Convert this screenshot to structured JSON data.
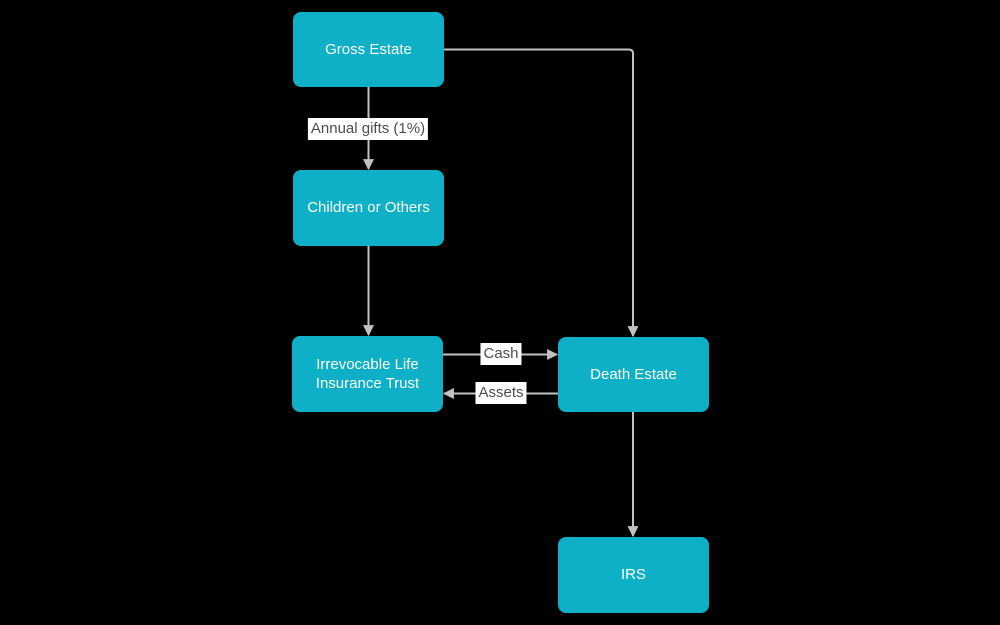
{
  "theme": {
    "node_fill": "#0db0c7",
    "node_text": "#ffffff",
    "edge_color": "#c2c2c2",
    "label_bg": "#ffffff",
    "label_text": "#4d4d4d",
    "canvas_bg": "#000000"
  },
  "diagram": {
    "type": "flowchart",
    "nodes": {
      "gross_estate": {
        "label": "Gross Estate"
      },
      "children": {
        "label": "Children or Others"
      },
      "ilit": {
        "label": "Irrevocable Life Insurance Trust"
      },
      "death_estate": {
        "label": "Death Estate"
      },
      "irs": {
        "label": "IRS"
      }
    },
    "edges": {
      "annual_gifts": {
        "from": "Gross Estate",
        "to": "Children or Others",
        "label": "Annual gifts (1%)"
      },
      "children_to_ilit": {
        "from": "Children or Others",
        "to": "Irrevocable Life Insurance Trust",
        "label": ""
      },
      "gross_to_death": {
        "from": "Gross Estate",
        "to": "Death Estate",
        "label": ""
      },
      "cash": {
        "from": "Irrevocable Life Insurance Trust",
        "to": "Death Estate",
        "label": "Cash"
      },
      "assets": {
        "from": "Death Estate",
        "to": "Irrevocable Life Insurance Trust",
        "label": "Assets"
      },
      "death_to_irs": {
        "from": "Death Estate",
        "to": "IRS",
        "label": ""
      }
    }
  }
}
